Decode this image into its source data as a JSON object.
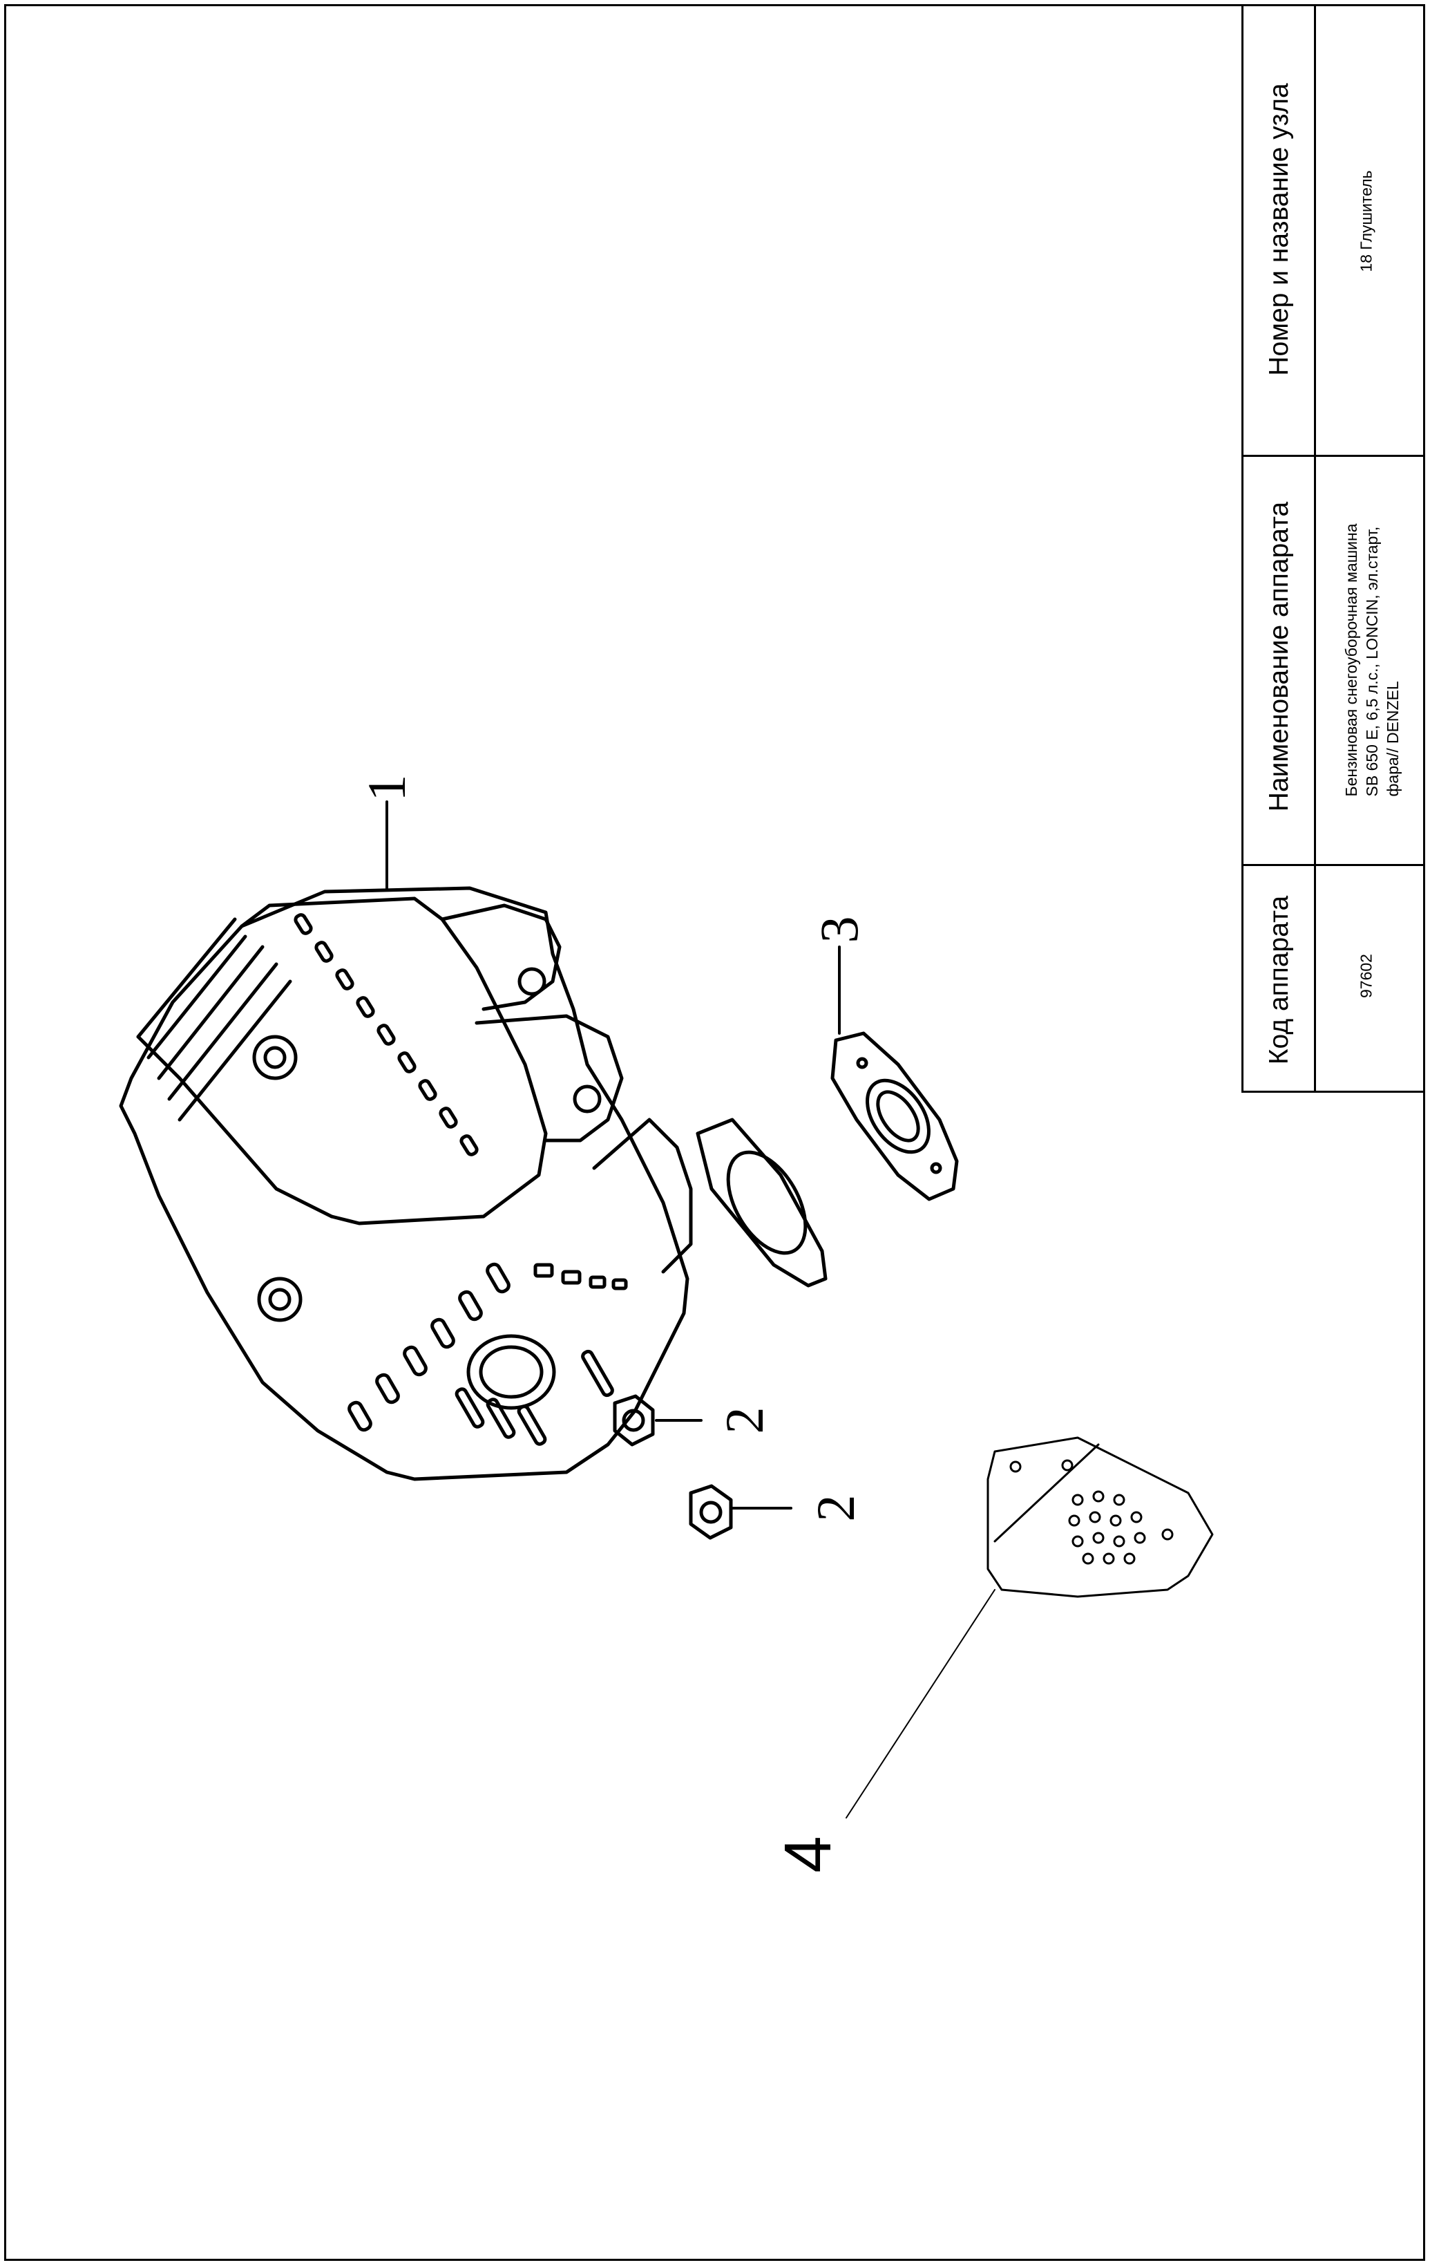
{
  "title_block": {
    "headers": {
      "code": "Код аппарата",
      "name": "Наименование аппарата",
      "unit": "Номер и название узла"
    },
    "values": {
      "code": "97602",
      "name": "Бензиновая снегоуборочная машина\nSB 650 E, 6,5 л.с., LONCIN, эл.старт,\nфара// DENZEL",
      "unit": "18 Глушитель"
    }
  },
  "callouts": {
    "muffler": "1",
    "nut_a": "2",
    "nut_b": "2",
    "gasket": "3",
    "heat_shield": "4"
  }
}
